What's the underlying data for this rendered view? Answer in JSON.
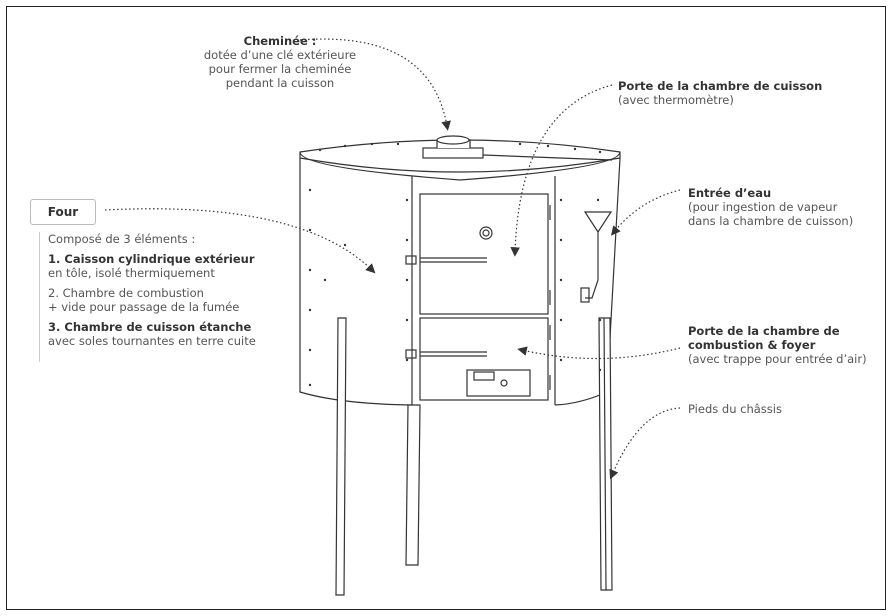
{
  "labels": {
    "chimney": {
      "title": "Cheminée :",
      "line1": "dotée d’une clé extérieure",
      "line2": "pour fermer la cheminée",
      "line3": "pendant la cuisson"
    },
    "cook_door": {
      "title": "Porte de la chambre de cuisson",
      "sub": "(avec thermomètre)"
    },
    "water": {
      "title": "Entrée d’eau",
      "line1": "(pour ingestion de vapeur",
      "line2": "dans la chambre de cuisson)"
    },
    "combustion_door": {
      "title1": "Porte de la chambre de",
      "title2": "combustion & foyer",
      "sub": "(avec trappe pour entrée d’air)"
    },
    "feet": {
      "text": "Pieds du châssis"
    }
  },
  "four": {
    "title": "Four",
    "intro": "Composé de 3 éléments :",
    "items": [
      {
        "title": "1. Caisson cylindrique extérieur",
        "desc": "en tôle, isolé thermiquement"
      },
      {
        "title": "2. Chambre de combustion",
        "desc": "+ vide pour passage de la fumée"
      },
      {
        "title": "3. Chambre de cuisson étanche",
        "desc": "avec soles tournantes en terre cuite"
      }
    ]
  },
  "colors": {
    "stroke": "#333333",
    "text": "#555555",
    "frame": "#222222"
  }
}
